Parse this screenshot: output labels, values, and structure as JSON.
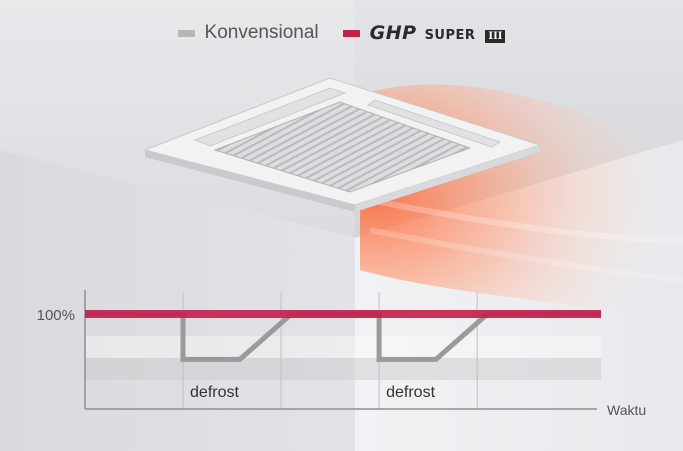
{
  "legend": {
    "conventional_label": "Konvensional",
    "conventional_color": "#b7b7b7",
    "ghp_brand": "GHP",
    "ghp_super": "SUPER",
    "ghp_numeral": "III",
    "ghp_color": "#c2224e"
  },
  "illustration": {
    "device": "ceiling-cassette-air-conditioner-icon",
    "warm_airflow_color": "#ff7a4a"
  },
  "chart_data": {
    "type": "line",
    "title": "",
    "xlabel": "Waktu",
    "ylabel": "",
    "yticks": [
      "100%"
    ],
    "ylim": [
      0,
      110
    ],
    "grid": true,
    "series": [
      {
        "name": "GHP SUPER III",
        "color": "#c2224e",
        "points": [
          [
            0,
            100
          ],
          [
            100,
            100
          ]
        ]
      },
      {
        "name": "Konvensional",
        "color": "#9a9a9a",
        "points": [
          [
            0,
            100
          ],
          [
            19,
            100
          ],
          [
            19,
            58
          ],
          [
            30,
            58
          ],
          [
            40,
            100
          ],
          [
            57,
            100
          ],
          [
            57,
            58
          ],
          [
            68,
            58
          ],
          [
            78,
            100
          ],
          [
            100,
            100
          ]
        ]
      }
    ],
    "annotations": [
      {
        "text": "defrost",
        "x": 19
      },
      {
        "text": "defrost",
        "x": 57
      }
    ],
    "xgrid": [
      19,
      38,
      57,
      76
    ]
  }
}
